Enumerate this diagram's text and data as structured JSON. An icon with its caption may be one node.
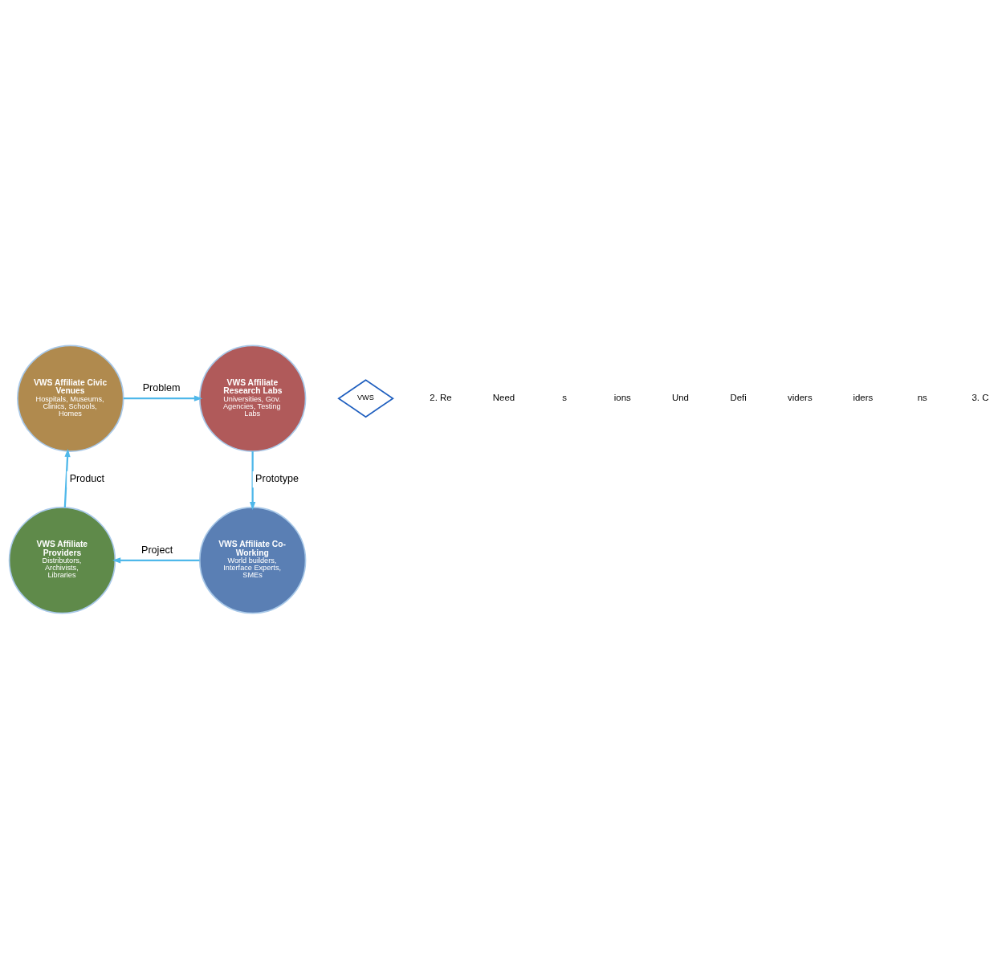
{
  "diagram": {
    "nodes": [
      {
        "text": [
          "VWS Affiliate Civic Venues",
          "Hospitals, Museums, Clinics, Schools, Homes"
        ]
      },
      {
        "text": [
          "VWS Affiliate Research Labs",
          "Universities, Gov. Agencies, Testing Labs"
        ]
      },
      {
        "text": [
          "VWS"
        ]
      },
      {
        "text": [
          "VWS Affiliate Providers",
          "Distributors, Archivists, Libraries"
        ]
      },
      {
        "text": [
          "VWS Affiliate Co-Working",
          "World builders, Interface Experts, SMEs"
        ]
      }
    ],
    "edges": [
      {
        "from": 0,
        "to": 1,
        "arrow": "to",
        "label": "Problem"
      },
      {
        "from": 1,
        "to": 4,
        "arrow": "to",
        "label": "Prototype"
      },
      {
        "from": 4,
        "to": 3,
        "arrow": "to",
        "label": "Project"
      },
      {
        "from": 3,
        "to": 0,
        "arrow": "to",
        "label": "Product"
      }
    ],
    "labels": [
      "2. Re",
      "Need",
      "s",
      "ions",
      "Und",
      "Defi",
      "viders",
      "iders",
      "ns",
      "3. C"
    ]
  }
}
